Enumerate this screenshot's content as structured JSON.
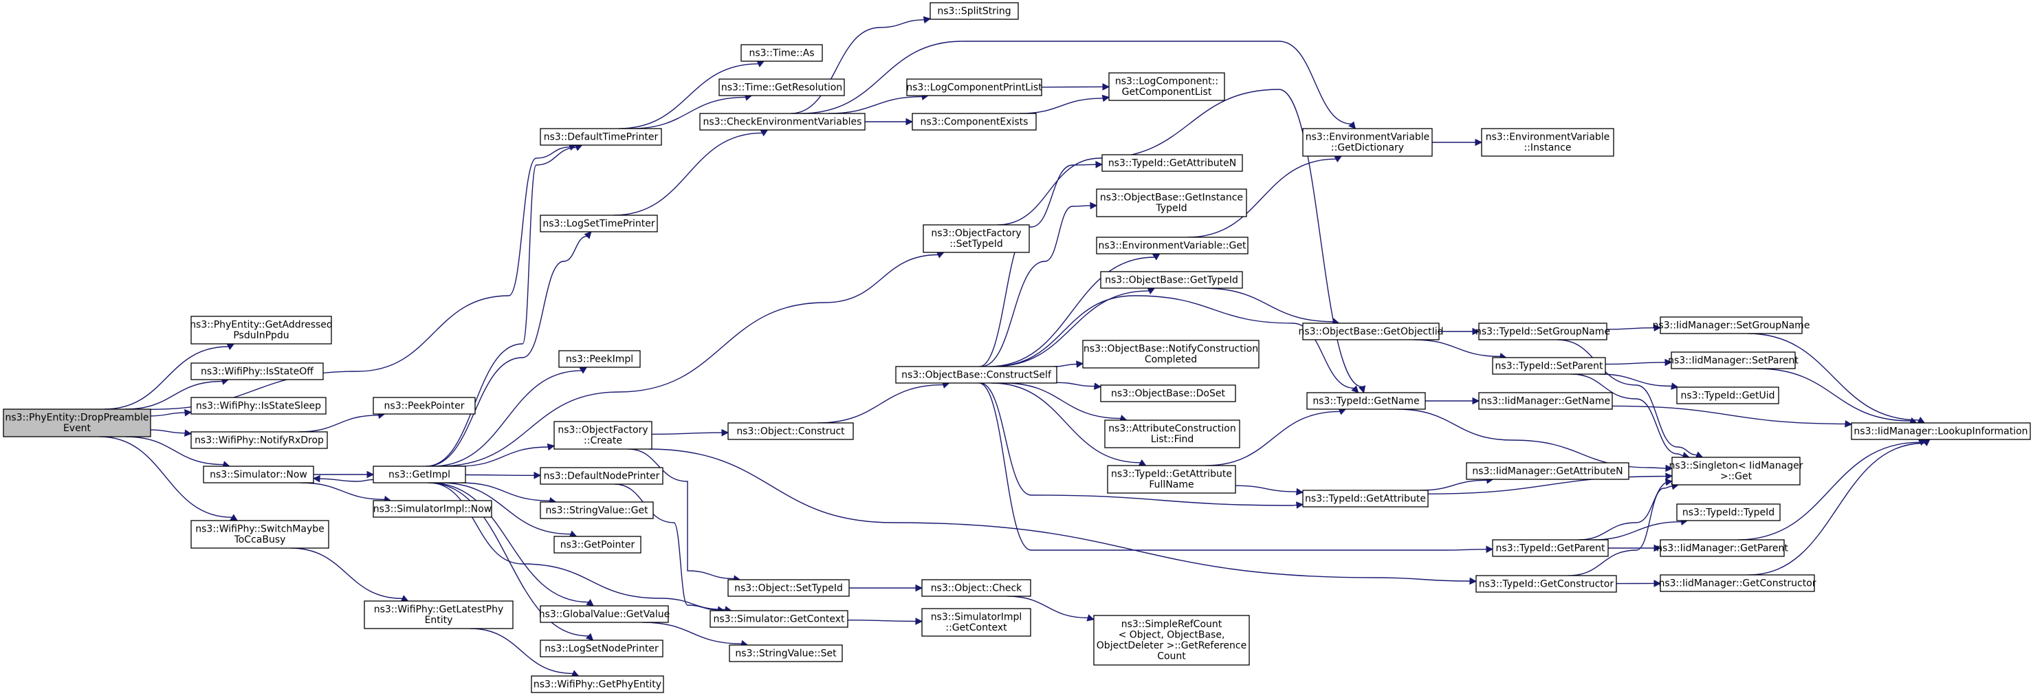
{
  "diagram": {
    "edge_color": "#191970",
    "root_fill": "#bfbfbf",
    "nodes": [
      {
        "id": "root",
        "lines": [
          "ns3::PhyEntity::DropPreamble",
          "Event"
        ],
        "root": true
      },
      {
        "id": "getAddressed",
        "lines": [
          "ns3::PhyEntity::GetAddressed",
          "PsduInPpdu"
        ]
      },
      {
        "id": "isStateOff",
        "lines": [
          "ns3::WifiPhy::IsStateOff"
        ]
      },
      {
        "id": "isStateSleep",
        "lines": [
          "ns3::WifiPhy::IsStateSleep"
        ]
      },
      {
        "id": "notifyRxDrop",
        "lines": [
          "ns3::WifiPhy::NotifyRxDrop"
        ]
      },
      {
        "id": "simNow",
        "lines": [
          "ns3::Simulator::Now"
        ]
      },
      {
        "id": "switchMaybe",
        "lines": [
          "ns3::WifiPhy::SwitchMaybe",
          "ToCcaBusy"
        ]
      },
      {
        "id": "peekPointer",
        "lines": [
          "ns3::PeekPointer"
        ]
      },
      {
        "id": "getLatestPhy",
        "lines": [
          "ns3::WifiPhy::GetLatestPhy",
          "Entity"
        ]
      },
      {
        "id": "getPhyEntity",
        "lines": [
          "ns3::WifiPhy::GetPhyEntity"
        ]
      },
      {
        "id": "getImpl",
        "lines": [
          "ns3::GetImpl"
        ]
      },
      {
        "id": "simImplNow",
        "lines": [
          "ns3::SimulatorImpl::Now"
        ]
      },
      {
        "id": "defaultTimePrinter",
        "lines": [
          "ns3::DefaultTimePrinter"
        ]
      },
      {
        "id": "logSetTimePrinter",
        "lines": [
          "ns3::LogSetTimePrinter"
        ]
      },
      {
        "id": "peekImpl",
        "lines": [
          "ns3::PeekImpl"
        ]
      },
      {
        "id": "ofCreate",
        "lines": [
          "ns3::ObjectFactory",
          "::Create"
        ]
      },
      {
        "id": "defaultNodePrinter",
        "lines": [
          "ns3::DefaultNodePrinter"
        ]
      },
      {
        "id": "stringValueGet",
        "lines": [
          "ns3::StringValue::Get"
        ]
      },
      {
        "id": "getPointer",
        "lines": [
          "ns3::GetPointer"
        ]
      },
      {
        "id": "gvGetValue",
        "lines": [
          "ns3::GlobalValue::GetValue"
        ]
      },
      {
        "id": "logSetNodePrinter",
        "lines": [
          "ns3::LogSetNodePrinter"
        ]
      },
      {
        "id": "timeAs",
        "lines": [
          "ns3::Time::As"
        ]
      },
      {
        "id": "timeGetRes",
        "lines": [
          "ns3::Time::GetResolution"
        ]
      },
      {
        "id": "checkEnv",
        "lines": [
          "ns3::CheckEnvironmentVariables"
        ]
      },
      {
        "id": "splitString",
        "lines": [
          "ns3::SplitString"
        ]
      },
      {
        "id": "logCompPrintList",
        "lines": [
          "ns3::LogComponentPrintList"
        ]
      },
      {
        "id": "componentExists",
        "lines": [
          "ns3::ComponentExists"
        ]
      },
      {
        "id": "logCompGetList",
        "lines": [
          "ns3::LogComponent::",
          "GetComponentList"
        ]
      },
      {
        "id": "ofSetTypeId",
        "lines": [
          "ns3::ObjectFactory",
          "::SetTypeId"
        ]
      },
      {
        "id": "objConstruct",
        "lines": [
          "ns3::Object::Construct"
        ]
      },
      {
        "id": "constructSelf",
        "lines": [
          "ns3::ObjectBase::ConstructSelf"
        ]
      },
      {
        "id": "objSetTypeId",
        "lines": [
          "ns3::Object::SetTypeId"
        ]
      },
      {
        "id": "simGetContext",
        "lines": [
          "ns3::Simulator::GetContext"
        ]
      },
      {
        "id": "stringValueSet",
        "lines": [
          "ns3::StringValue::Set"
        ]
      },
      {
        "id": "objCheck",
        "lines": [
          "ns3::Object::Check"
        ]
      },
      {
        "id": "simImplGetContext",
        "lines": [
          "ns3::SimulatorImpl",
          "::GetContext"
        ]
      },
      {
        "id": "simpleRefCount",
        "lines": [
          "ns3::SimpleRefCount",
          "< Object, ObjectBase,",
          "ObjectDeleter >::GetReference",
          "Count"
        ]
      },
      {
        "id": "tidGetAttributeN",
        "lines": [
          "ns3::TypeId::GetAttributeN"
        ]
      },
      {
        "id": "obGetInstance",
        "lines": [
          "ns3::ObjectBase::GetInstance",
          "TypeId"
        ]
      },
      {
        "id": "evGet",
        "lines": [
          "ns3::EnvironmentVariable::Get"
        ]
      },
      {
        "id": "obGetTypeId",
        "lines": [
          "ns3::ObjectBase::GetTypeId"
        ]
      },
      {
        "id": "obNotifyConstruction",
        "lines": [
          "ns3::ObjectBase::NotifyConstruction",
          "Completed"
        ]
      },
      {
        "id": "obDoSet",
        "lines": [
          "ns3::ObjectBase::DoSet"
        ]
      },
      {
        "id": "acListFind",
        "lines": [
          "ns3::AttributeConstruction",
          "List::Find"
        ]
      },
      {
        "id": "tidGetAttrFullName",
        "lines": [
          "ns3::TypeId::GetAttribute",
          "FullName"
        ]
      },
      {
        "id": "evGetDictionary",
        "lines": [
          "ns3::EnvironmentVariable",
          "::GetDictionary"
        ]
      },
      {
        "id": "evInstance",
        "lines": [
          "ns3::EnvironmentVariable",
          "::Instance"
        ]
      },
      {
        "id": "obGetObjectIid",
        "lines": [
          "ns3::ObjectBase::GetObjectIid"
        ]
      },
      {
        "id": "tidGetName",
        "lines": [
          "ns3::TypeId::GetName"
        ]
      },
      {
        "id": "tidGetAttribute",
        "lines": [
          "ns3::TypeId::GetAttribute"
        ]
      },
      {
        "id": "tidSetGroupName",
        "lines": [
          "ns3::TypeId::SetGroupName"
        ]
      },
      {
        "id": "tidSetParent",
        "lines": [
          "ns3::TypeId::SetParent"
        ]
      },
      {
        "id": "iidGetName",
        "lines": [
          "ns3::IidManager::GetName"
        ]
      },
      {
        "id": "iidGetAttributeN",
        "lines": [
          "ns3::IidManager::GetAttributeN"
        ]
      },
      {
        "id": "tidGetParent",
        "lines": [
          "ns3::TypeId::GetParent"
        ]
      },
      {
        "id": "tidGetConstructor",
        "lines": [
          "ns3::TypeId::GetConstructor"
        ]
      },
      {
        "id": "iidSetGroupName",
        "lines": [
          "ns3::IidManager::SetGroupName"
        ]
      },
      {
        "id": "iidSetParent",
        "lines": [
          "ns3::IidManager::SetParent"
        ]
      },
      {
        "id": "tidGetUid",
        "lines": [
          "ns3::TypeId::GetUid"
        ]
      },
      {
        "id": "singletonGet",
        "lines": [
          "ns3::Singleton< IidManager",
          ">::Get"
        ]
      },
      {
        "id": "tidTypeId",
        "lines": [
          "ns3::TypeId::TypeId"
        ]
      },
      {
        "id": "iidGetParent",
        "lines": [
          "ns3::IidManager::GetParent"
        ]
      },
      {
        "id": "iidGetConstructor",
        "lines": [
          "ns3::IidManager::GetConstructor"
        ]
      },
      {
        "id": "iidLookupInfo",
        "lines": [
          "ns3::IidManager::LookupInformation"
        ]
      }
    ],
    "edges": [
      [
        "root",
        "getAddressed"
      ],
      [
        "root",
        "isStateOff"
      ],
      [
        "root",
        "isStateSleep"
      ],
      [
        "root",
        "notifyRxDrop"
      ],
      [
        "root",
        "simNow"
      ],
      [
        "root",
        "switchMaybe"
      ],
      [
        "root",
        "defaultTimePrinter"
      ],
      [
        "notifyRxDrop",
        "peekPointer"
      ],
      [
        "switchMaybe",
        "getLatestPhy"
      ],
      [
        "getLatestPhy",
        "getPhyEntity"
      ],
      [
        "simNow",
        "getImpl"
      ],
      [
        "simNow",
        "simImplNow"
      ],
      [
        "getImpl",
        "simNow"
      ],
      [
        "getImpl",
        "defaultTimePrinter"
      ],
      [
        "getImpl",
        "logSetTimePrinter"
      ],
      [
        "getImpl",
        "peekImpl"
      ],
      [
        "getImpl",
        "ofCreate"
      ],
      [
        "getImpl",
        "defaultNodePrinter"
      ],
      [
        "getImpl",
        "stringValueGet"
      ],
      [
        "getImpl",
        "getPointer"
      ],
      [
        "getImpl",
        "gvGetValue"
      ],
      [
        "getImpl",
        "logSetNodePrinter"
      ],
      [
        "getImpl",
        "simGetContext"
      ],
      [
        "getImpl",
        "ofSetTypeId"
      ],
      [
        "defaultTimePrinter",
        "timeAs"
      ],
      [
        "defaultTimePrinter",
        "timeGetRes"
      ],
      [
        "logSetTimePrinter",
        "checkEnv"
      ],
      [
        "checkEnv",
        "splitString"
      ],
      [
        "checkEnv",
        "logCompPrintList"
      ],
      [
        "checkEnv",
        "componentExists"
      ],
      [
        "checkEnv",
        "evGetDictionary"
      ],
      [
        "logCompPrintList",
        "logCompGetList"
      ],
      [
        "componentExists",
        "logCompGetList"
      ],
      [
        "ofSetTypeId",
        "tidGetName"
      ],
      [
        "ofCreate",
        "objConstruct"
      ],
      [
        "ofCreate",
        "objSetTypeId"
      ],
      [
        "ofCreate",
        "tidGetConstructor"
      ],
      [
        "defaultNodePrinter",
        "simGetContext"
      ],
      [
        "gvGetValue",
        "stringValueSet"
      ],
      [
        "objConstruct",
        "constructSelf"
      ],
      [
        "objSetTypeId",
        "objCheck"
      ],
      [
        "objCheck",
        "simpleRefCount"
      ],
      [
        "simGetContext",
        "simImplGetContext"
      ],
      [
        "constructSelf",
        "tidGetAttributeN"
      ],
      [
        "constructSelf",
        "obGetInstance"
      ],
      [
        "constructSelf",
        "evGet"
      ],
      [
        "constructSelf",
        "obGetTypeId"
      ],
      [
        "constructSelf",
        "obNotifyConstruction"
      ],
      [
        "constructSelf",
        "obDoSet"
      ],
      [
        "constructSelf",
        "acListFind"
      ],
      [
        "constructSelf",
        "tidGetAttrFullName"
      ],
      [
        "constructSelf",
        "tidGetName"
      ],
      [
        "constructSelf",
        "tidGetAttribute"
      ],
      [
        "constructSelf",
        "tidGetParent"
      ],
      [
        "evGet",
        "evGetDictionary"
      ],
      [
        "evGetDictionary",
        "evInstance"
      ],
      [
        "obGetTypeId",
        "obGetObjectIid"
      ],
      [
        "obGetObjectIid",
        "tidSetGroupName"
      ],
      [
        "obGetObjectIid",
        "tidSetParent"
      ],
      [
        "tidGetAttrFullName",
        "tidGetName"
      ],
      [
        "tidGetAttrFullName",
        "tidGetAttribute"
      ],
      [
        "tidGetName",
        "iidGetName"
      ],
      [
        "tidGetName",
        "singletonGet"
      ],
      [
        "tidGetAttribute",
        "iidGetAttributeN"
      ],
      [
        "tidGetAttribute",
        "singletonGet"
      ],
      [
        "tidSetGroupName",
        "iidSetGroupName"
      ],
      [
        "tidSetGroupName",
        "singletonGet"
      ],
      [
        "tidSetParent",
        "iidSetParent"
      ],
      [
        "tidSetParent",
        "tidGetUid"
      ],
      [
        "tidSetParent",
        "singletonGet"
      ],
      [
        "tidGetParent",
        "tidTypeId"
      ],
      [
        "tidGetParent",
        "iidGetParent"
      ],
      [
        "tidGetParent",
        "singletonGet"
      ],
      [
        "tidGetConstructor",
        "iidGetConstructor"
      ],
      [
        "tidGetConstructor",
        "singletonGet"
      ],
      [
        "iidGetName",
        "iidLookupInfo"
      ],
      [
        "iidSetGroupName",
        "iidLookupInfo"
      ],
      [
        "iidSetParent",
        "iidLookupInfo"
      ],
      [
        "iidGetParent",
        "iidLookupInfo"
      ],
      [
        "iidGetConstructor",
        "iidLookupInfo"
      ]
    ]
  }
}
